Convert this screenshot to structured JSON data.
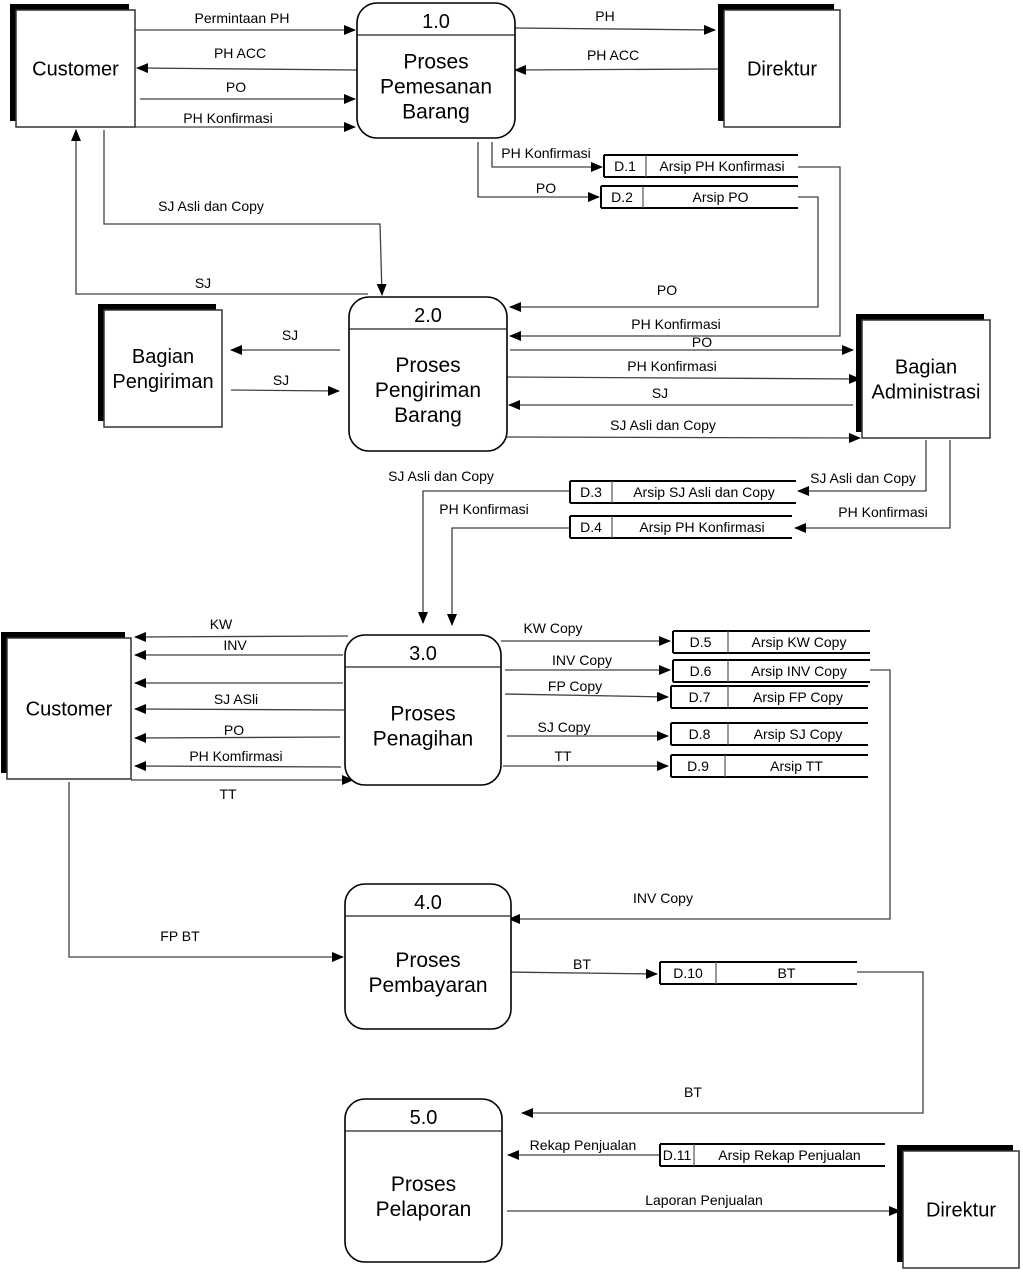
{
  "diagram": {
    "type": "data-flow-diagram",
    "entities": [
      {
        "id": "customer1",
        "label": [
          "Customer"
        ]
      },
      {
        "id": "direktur1",
        "label": [
          "Direktur"
        ]
      },
      {
        "id": "pengiriman",
        "label": [
          "Bagian",
          "Pengiriman"
        ]
      },
      {
        "id": "administrasi",
        "label": [
          "Bagian",
          "Administrasi"
        ]
      },
      {
        "id": "customer2",
        "label": [
          "Customer"
        ]
      },
      {
        "id": "direktur2",
        "label": [
          "Direktur"
        ]
      }
    ],
    "processes": [
      {
        "id": "p1",
        "number": "1.0",
        "label": [
          "Proses",
          "Pemesanan",
          "Barang"
        ]
      },
      {
        "id": "p2",
        "number": "2.0",
        "label": [
          "Proses",
          "Pengiriman",
          "Barang"
        ]
      },
      {
        "id": "p3",
        "number": "3.0",
        "label": [
          "Proses",
          "Penagihan"
        ]
      },
      {
        "id": "p4",
        "number": "4.0",
        "label": [
          "Proses",
          "Pembayaran"
        ]
      },
      {
        "id": "p5",
        "number": "5.0",
        "label": [
          "Proses",
          "Pelaporan"
        ]
      }
    ],
    "stores": [
      {
        "id": "d1",
        "code": "D.1",
        "name": "Arsip PH Konfirmasi"
      },
      {
        "id": "d2",
        "code": "D.2",
        "name": "Arsip PO"
      },
      {
        "id": "d3",
        "code": "D.3",
        "name": "Arsip SJ Asli dan Copy"
      },
      {
        "id": "d4",
        "code": "D.4",
        "name": "Arsip PH Konfirmasi"
      },
      {
        "id": "d5",
        "code": "D.5",
        "name": "Arsip KW Copy"
      },
      {
        "id": "d6",
        "code": "D.6",
        "name": "Arsip INV Copy"
      },
      {
        "id": "d7",
        "code": "D.7",
        "name": "Arsip FP Copy"
      },
      {
        "id": "d8",
        "code": "D.8",
        "name": "Arsip SJ Copy"
      },
      {
        "id": "d9",
        "code": "D.9",
        "name": "Arsip TT"
      },
      {
        "id": "d10",
        "code": "D.10",
        "name": "BT"
      },
      {
        "id": "d11",
        "code": "D.11",
        "name": "Arsip Rekap Penjualan"
      }
    ],
    "flows": [
      {
        "id": "f1",
        "label": "Permintaan PH",
        "from": "customer1",
        "to": "p1"
      },
      {
        "id": "f2",
        "label": "PH ACC",
        "from": "p1",
        "to": "customer1"
      },
      {
        "id": "f3",
        "label": "PO",
        "from": "customer1",
        "to": "p1"
      },
      {
        "id": "f4",
        "label": "PH Konfirmasi",
        "from": "customer1",
        "to": "p1"
      },
      {
        "id": "f5",
        "label": "PH",
        "from": "p1",
        "to": "direktur1"
      },
      {
        "id": "f6",
        "label": "PH ACC",
        "from": "direktur1",
        "to": "p1"
      },
      {
        "id": "f7",
        "label": "PH Konfirmasi",
        "from": "p1",
        "to": "d1"
      },
      {
        "id": "f8",
        "label": "PO",
        "from": "p1",
        "to": "d2"
      },
      {
        "id": "f9",
        "label": "SJ Asli dan Copy",
        "from": "customer1",
        "to": "p2"
      },
      {
        "id": "f10",
        "label": "SJ",
        "from": "p2",
        "to": "customer1"
      },
      {
        "id": "f11",
        "label": "PO",
        "from": "d2",
        "to": "p2"
      },
      {
        "id": "f12",
        "label": "PH Konfirmasi",
        "from": "d1",
        "to": "p2"
      },
      {
        "id": "f13",
        "label": "SJ",
        "from": "p2",
        "to": "pengiriman"
      },
      {
        "id": "f14",
        "label": "SJ",
        "from": "pengiriman",
        "to": "p2"
      },
      {
        "id": "f15",
        "label": "PO",
        "from": "p2",
        "to": "administrasi"
      },
      {
        "id": "f16",
        "label": "PH Konfirmasi",
        "from": "p2",
        "to": "administrasi"
      },
      {
        "id": "f17",
        "label": "SJ",
        "from": "administrasi",
        "to": "p2"
      },
      {
        "id": "f18",
        "label": "SJ Asli dan Copy",
        "from": "p2",
        "to": "administrasi"
      },
      {
        "id": "f19",
        "label": "SJ Asli dan Copy",
        "from": "administrasi",
        "to": "d3"
      },
      {
        "id": "f20",
        "label": "PH Konfirmasi",
        "from": "administrasi",
        "to": "d4"
      },
      {
        "id": "f21",
        "label": "SJ Asli dan Copy",
        "from": "d3",
        "to": "p3"
      },
      {
        "id": "f22",
        "label": "PH Konfirmasi",
        "from": "d4",
        "to": "p3"
      },
      {
        "id": "f23",
        "label": "KW",
        "from": "p3",
        "to": "customer2"
      },
      {
        "id": "f24",
        "label": "INV",
        "from": "p3",
        "to": "customer2"
      },
      {
        "id": "f25",
        "label": "",
        "from": "p3",
        "to": "customer2"
      },
      {
        "id": "f26",
        "label": "SJ ASli",
        "from": "p3",
        "to": "customer2"
      },
      {
        "id": "f27",
        "label": "PO",
        "from": "p3",
        "to": "customer2"
      },
      {
        "id": "f28",
        "label": "PH Komfirmasi",
        "from": "p3",
        "to": "customer2"
      },
      {
        "id": "f29",
        "label": "TT",
        "from": "customer2",
        "to": "p3"
      },
      {
        "id": "f30",
        "label": "KW Copy",
        "from": "p3",
        "to": "d5"
      },
      {
        "id": "f31",
        "label": "INV Copy",
        "from": "p3",
        "to": "d6"
      },
      {
        "id": "f32",
        "label": "FP Copy",
        "from": "p3",
        "to": "d7"
      },
      {
        "id": "f33",
        "label": "SJ Copy",
        "from": "p3",
        "to": "d8"
      },
      {
        "id": "f34",
        "label": "TT",
        "from": "p3",
        "to": "d9"
      },
      {
        "id": "f35",
        "label": "INV Copy",
        "from": "d6",
        "to": "p4"
      },
      {
        "id": "f36",
        "label": "FP  BT",
        "from": "customer2",
        "to": "p4"
      },
      {
        "id": "f37",
        "label": "BT",
        "from": "p4",
        "to": "d10"
      },
      {
        "id": "f38",
        "label": "BT",
        "from": "d10",
        "to": "p5"
      },
      {
        "id": "f39",
        "label": "Rekap Penjualan",
        "from": "d11",
        "to": "p5"
      },
      {
        "id": "f40",
        "label": "Laporan Penjualan",
        "from": "p5",
        "to": "direktur2"
      }
    ]
  }
}
